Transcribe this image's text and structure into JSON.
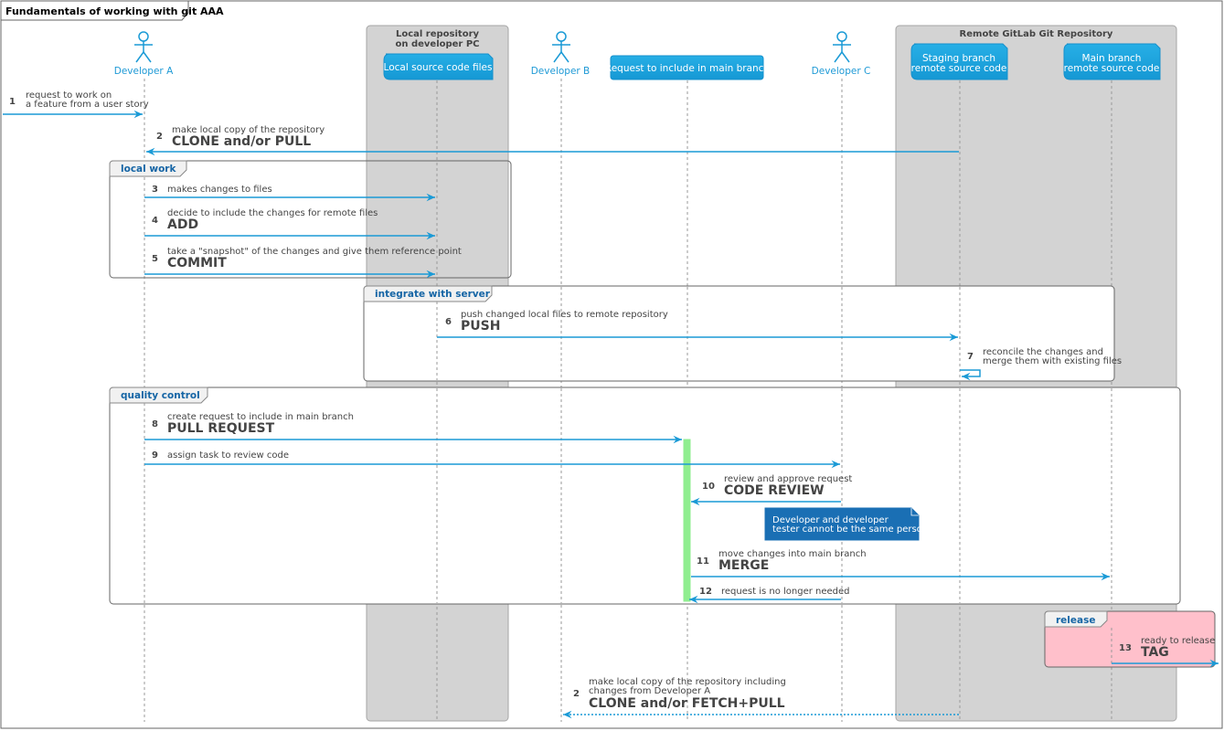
{
  "title": "Fundamentals of working with git AAA",
  "boxes": {
    "local": [
      "Local repository",
      "on developer PC"
    ],
    "remote": [
      "Remote GitLab Git Repository"
    ]
  },
  "participants": {
    "developer_a": [
      "Developer A"
    ],
    "local_files": [
      "Local source code files"
    ],
    "developer_b": [
      "Developer B"
    ],
    "request": [
      "Request to include in main branch"
    ],
    "developer_c": [
      "Developer C"
    ],
    "staging": [
      "Staging branch",
      "remote source code"
    ],
    "main": [
      "Main branch",
      "remote source code"
    ]
  },
  "groups": {
    "local_work": "local work",
    "integrate": "integrate with server",
    "quality": "quality control",
    "release": "release"
  },
  "messages": [
    {
      "num": "1",
      "lines": [
        "request to work on",
        "a feature from a user story"
      ],
      "big": ""
    },
    {
      "num": "2",
      "lines": [
        "make local copy of the repository"
      ],
      "big": "CLONE and/or PULL"
    },
    {
      "num": "3",
      "lines": [
        "makes changes to files"
      ],
      "big": ""
    },
    {
      "num": "4",
      "lines": [
        "decide to include the changes for remote files"
      ],
      "big": "ADD"
    },
    {
      "num": "5",
      "lines": [
        "take a \"snapshot\" of the changes and give them reference point"
      ],
      "big": "COMMIT"
    },
    {
      "num": "6",
      "lines": [
        "push changed local files to remote repository"
      ],
      "big": "PUSH"
    },
    {
      "num": "7",
      "lines": [
        "reconcile the changes and",
        "merge them with existing files"
      ],
      "big": ""
    },
    {
      "num": "8",
      "lines": [
        "create request to include in main branch"
      ],
      "big": "PULL REQUEST"
    },
    {
      "num": "9",
      "lines": [
        "assign task to review code"
      ],
      "big": ""
    },
    {
      "num": "10",
      "lines": [
        "review and approve request"
      ],
      "big": "CODE REVIEW"
    },
    {
      "num": "11",
      "lines": [
        "move changes into main branch"
      ],
      "big": "MERGE"
    },
    {
      "num": "12",
      "lines": [
        "request is no longer needed"
      ],
      "big": ""
    },
    {
      "num": "13",
      "lines": [
        "ready to release"
      ],
      "big": "TAG"
    },
    {
      "num": "2",
      "lines": [
        "make local copy of the repository including",
        "changes from Developer A"
      ],
      "big": "CLONE and/or FETCH+PULL"
    }
  ],
  "note": [
    "Developer and developer",
    "tester cannot be the same person"
  ],
  "colors": {
    "arrow": "#1a9ad6",
    "participant_fill": "#1aa3dd",
    "box_fill": "#d3d3d3",
    "activation": "#90ee90",
    "release_fill": "#ffc0cb",
    "note_fill": "#1a6fb4",
    "group_label": "#1565a5"
  }
}
